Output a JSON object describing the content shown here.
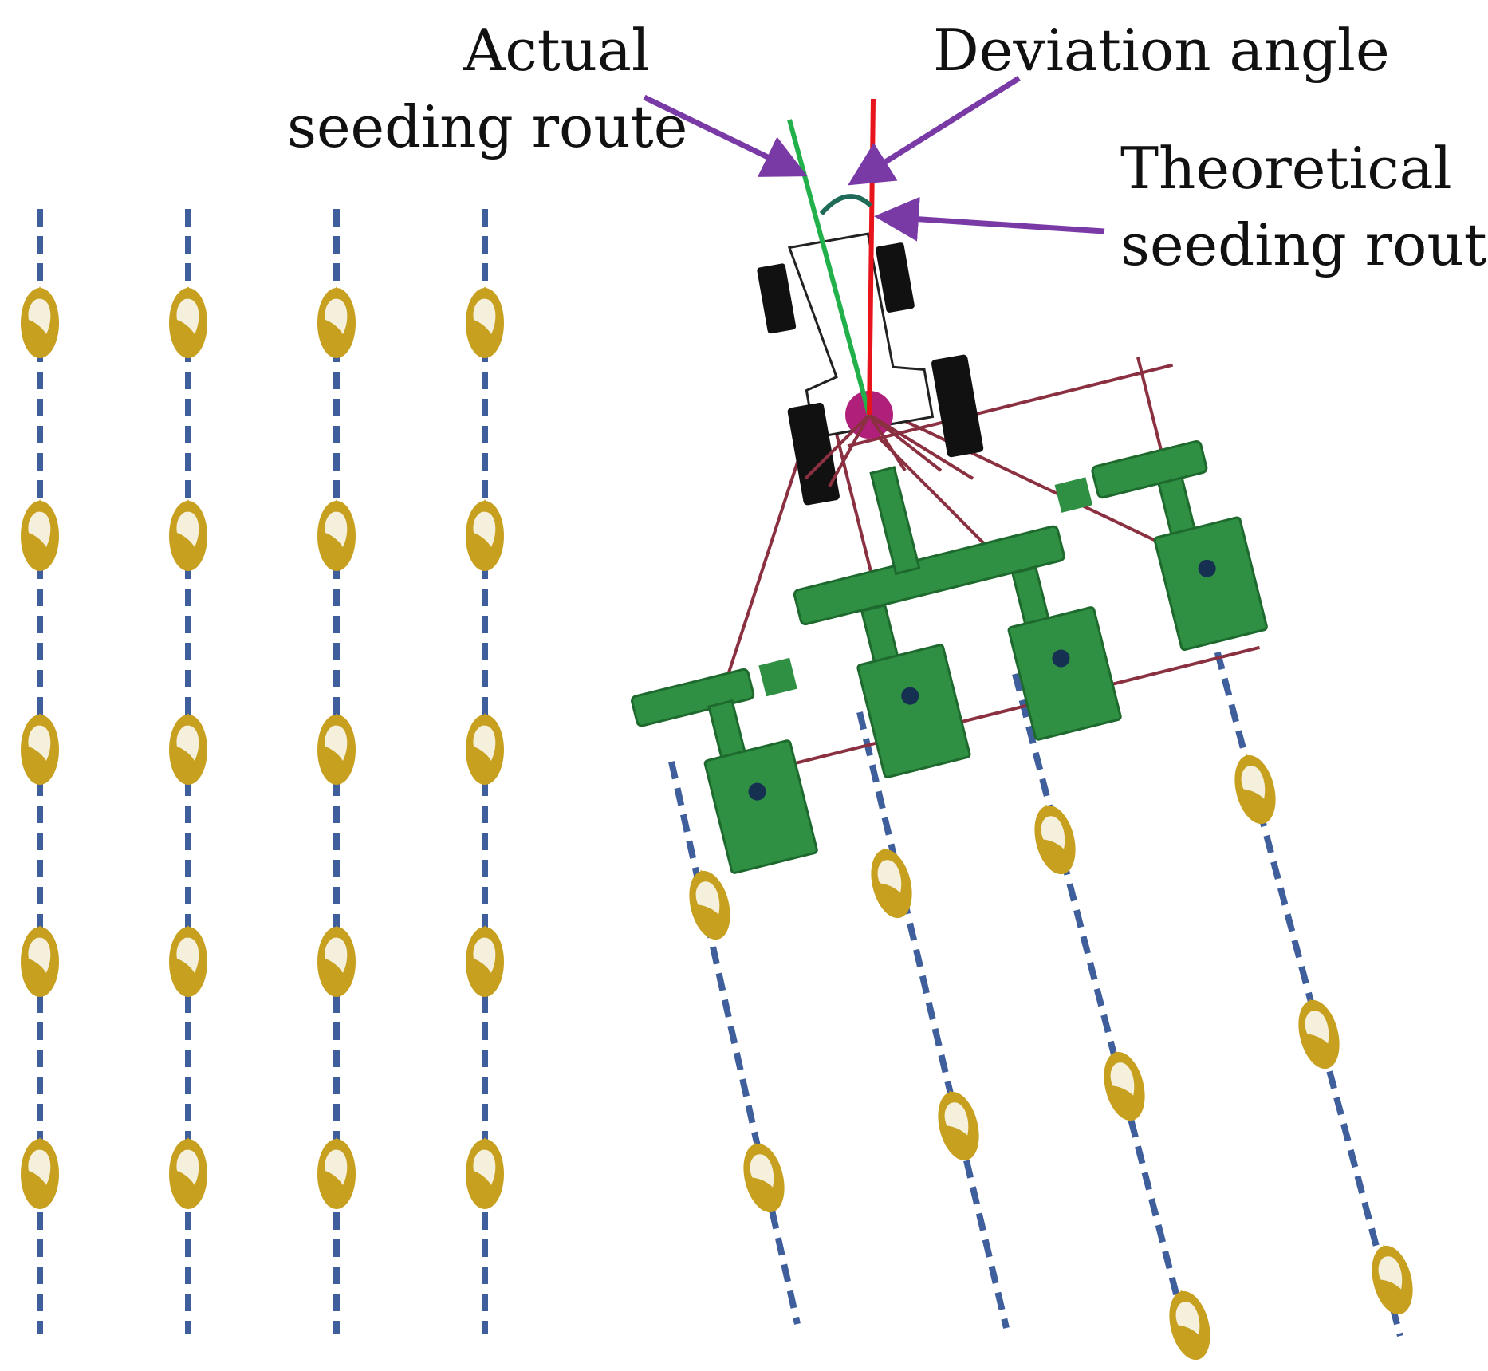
{
  "labels": {
    "actual_line1": "Actual",
    "actual_line2": "seeding route",
    "deviation": "Deviation angle",
    "theoretical_line1": "Theoretical",
    "theoretical_line2": "seeding route"
  },
  "colors": {
    "background": "#ffffff",
    "seed_line": "#3f5f9c",
    "seed_body": "#c8a020",
    "seed_highlight": "#f4f0dc",
    "actual_route": "#22b04b",
    "theoretical_route": "#e8141c",
    "annotation_arrow": "#7a3aa6",
    "angle_arc": "#1f6b57",
    "implement_green": "#2f8f42",
    "implement_edge": "#1e6a2e",
    "frame_line": "#8a3040",
    "wheel": "#111111",
    "hitch": "#b0207a"
  },
  "diagram": {
    "straight_rows": 4,
    "seeds_per_straight_row": 5,
    "deviated_rows": 4,
    "seeds_per_deviated_row": [
      2,
      2,
      3,
      3
    ]
  }
}
